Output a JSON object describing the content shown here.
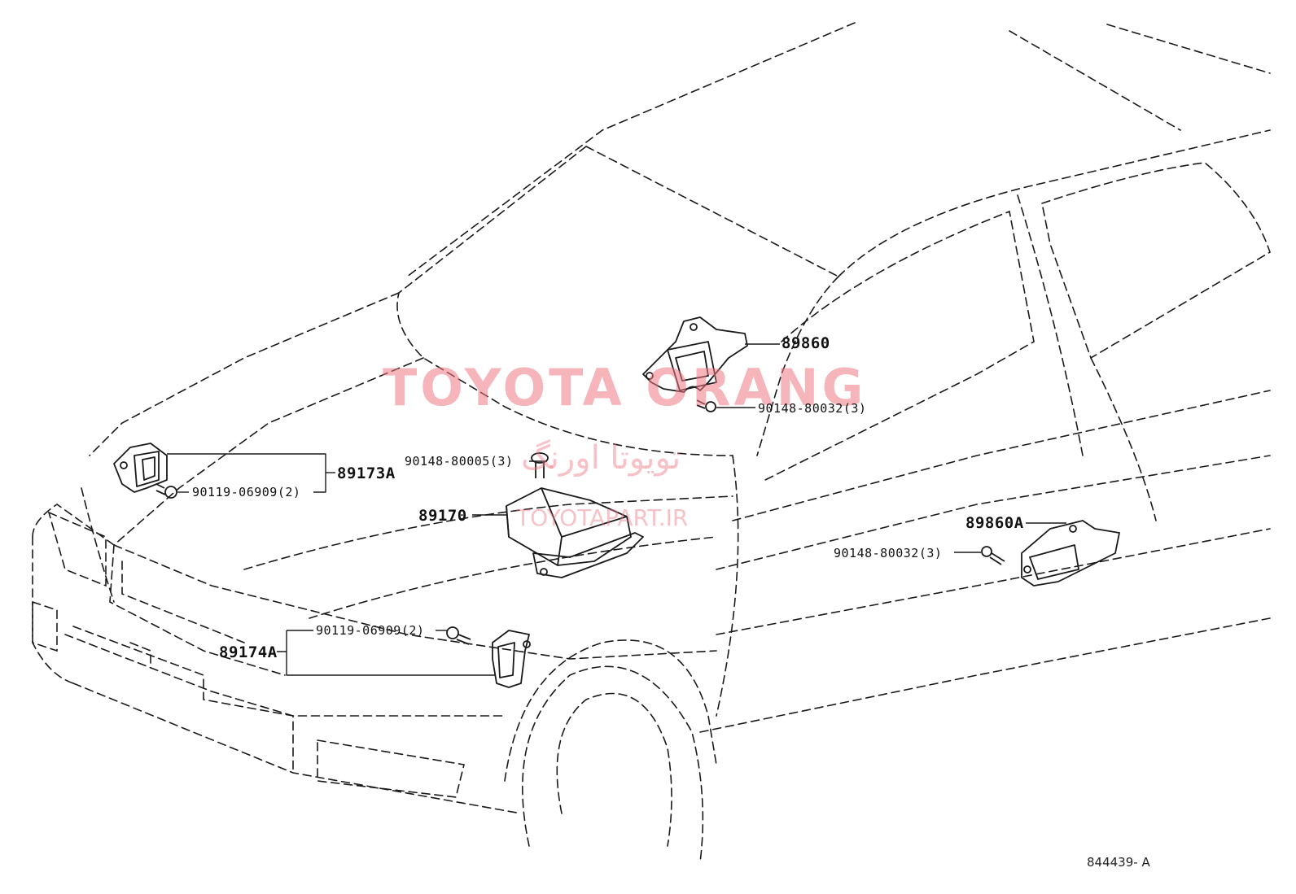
{
  "callouts": {
    "p89860": "89860",
    "b90148_80032_top": "90148-80032(3)",
    "p89173A": "89173A",
    "b90119_06909_top": "90119-06909(2)",
    "b90148_80005": "90148-80005(3)",
    "p89170": "89170",
    "p89860A": "89860A",
    "b90148_80032_right": "90148-80032(3)",
    "b90119_06909_bottom": "90119-06909(2)",
    "p89174A": "89174A"
  },
  "watermark": {
    "brand": "TOYOTA ORANG",
    "persian": "تویوتا اورنگ",
    "site": "TOYOTAPART.IR",
    "color": "#ec7882"
  },
  "reference": "844439- A",
  "colors": {
    "line": "#1a1a1a",
    "background": "#ffffff"
  }
}
